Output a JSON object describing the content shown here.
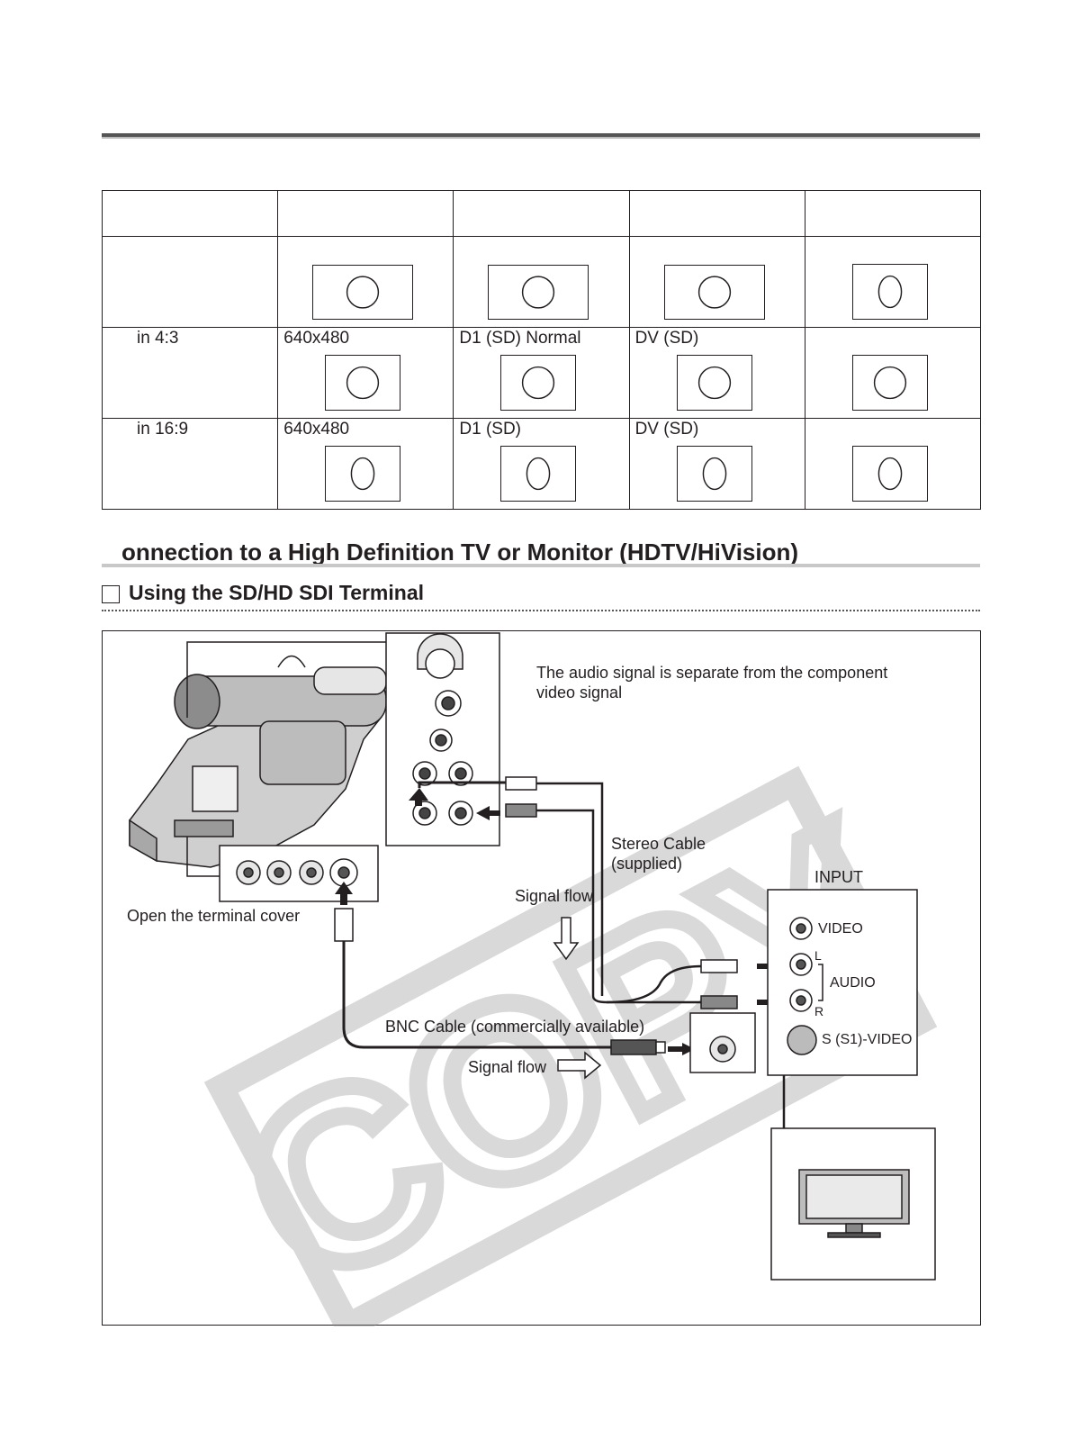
{
  "table": {
    "rows": [
      {
        "label": "in 4:3",
        "cells": [
          "640x480",
          "D1 (SD) Normal",
          "DV (SD)",
          ""
        ]
      },
      {
        "label": "in 16:9",
        "cells": [
          "640x480",
          "D1 (SD)",
          "DV (SD)",
          ""
        ]
      }
    ]
  },
  "section": {
    "title": "onnection to a High Definition TV or Monitor (HDTV/HiVision)",
    "subtitle": "Using the SD/HD SDI Terminal"
  },
  "diagram": {
    "audio_note_line1": "The audio signal is separate from the component",
    "audio_note_line2": "video signal",
    "stereo_cable_line1": "Stereo Cable",
    "stereo_cable_line2": "(supplied)",
    "signal_flow_vertical": "Signal flow",
    "open_cover": "Open the terminal cover",
    "input_title": "INPUT",
    "input_video": "VIDEO",
    "input_l": "L",
    "input_audio": "AUDIO",
    "input_r": "R",
    "input_svideo": "S (S1)-VIDEO",
    "bnc_cable": "BNC Cable (commercially available)",
    "signal_flow_horizontal": "Signal flow",
    "watermark": "COPY"
  }
}
